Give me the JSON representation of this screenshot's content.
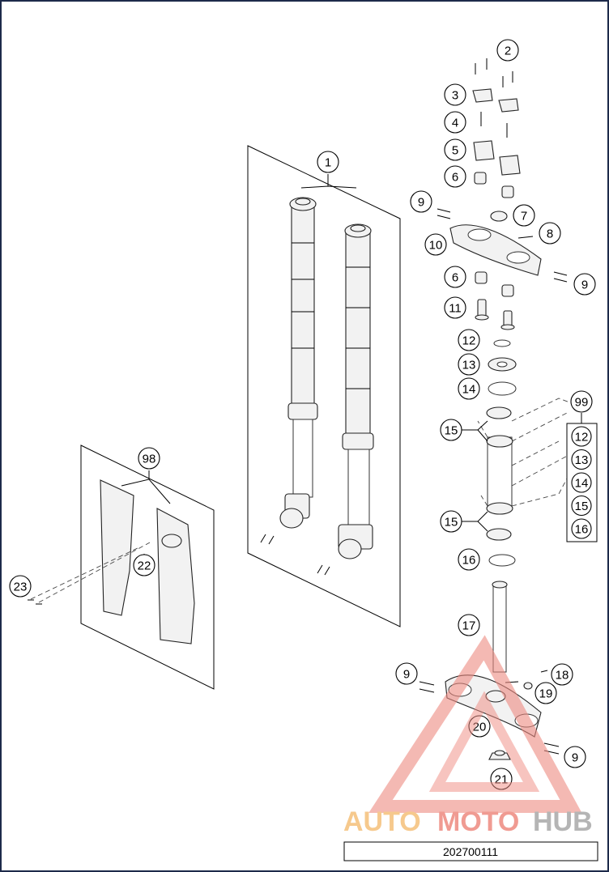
{
  "callouts": [
    {
      "id": "c1",
      "label": "1"
    },
    {
      "id": "c2",
      "label": "2"
    },
    {
      "id": "c3",
      "label": "3"
    },
    {
      "id": "c4",
      "label": "4"
    },
    {
      "id": "c5",
      "label": "5"
    },
    {
      "id": "c6a",
      "label": "6"
    },
    {
      "id": "c7",
      "label": "7"
    },
    {
      "id": "c8",
      "label": "8"
    },
    {
      "id": "c9a",
      "label": "9"
    },
    {
      "id": "c10",
      "label": "10"
    },
    {
      "id": "c9b",
      "label": "9"
    },
    {
      "id": "c6b",
      "label": "6"
    },
    {
      "id": "c11",
      "label": "11"
    },
    {
      "id": "c12",
      "label": "12"
    },
    {
      "id": "c13",
      "label": "13"
    },
    {
      "id": "c14",
      "label": "14"
    },
    {
      "id": "c15a",
      "label": "15"
    },
    {
      "id": "c15b",
      "label": "15"
    },
    {
      "id": "c16",
      "label": "16"
    },
    {
      "id": "c17",
      "label": "17"
    },
    {
      "id": "c9c",
      "label": "9"
    },
    {
      "id": "c18",
      "label": "18"
    },
    {
      "id": "c19",
      "label": "19"
    },
    {
      "id": "c20",
      "label": "20"
    },
    {
      "id": "c9d",
      "label": "9"
    },
    {
      "id": "c21",
      "label": "21"
    },
    {
      "id": "c22",
      "label": "22"
    },
    {
      "id": "c23",
      "label": "23"
    },
    {
      "id": "c98",
      "label": "98"
    },
    {
      "id": "c99",
      "label": "99"
    }
  ],
  "kit_99": {
    "items": [
      "12",
      "13",
      "14",
      "15",
      "16"
    ]
  },
  "watermark": {
    "part1": "AUTO",
    "part2": "MOTO",
    "part3": "HUB",
    "color_orange": "#f5c07a",
    "color_red": "#ee8a80",
    "color_grey": "#a9a9a9"
  },
  "drawing_code": "202700111",
  "colors": {
    "frame": "#1d2a4a",
    "line": "#000000"
  }
}
